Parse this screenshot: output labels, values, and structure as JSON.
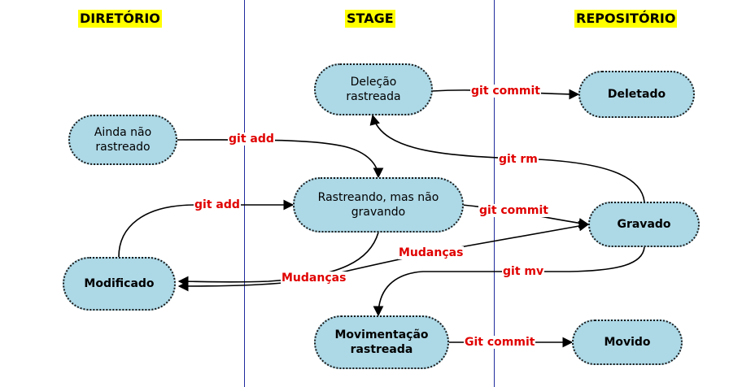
{
  "columns": {
    "diretorio": "DIRETÓRIO",
    "stage": "STAGE",
    "repositorio": "REPOSITÓRIO"
  },
  "nodes": {
    "untracked": "Ainda não rastreado",
    "deletion_tracked": "Deleção rastreada",
    "deleted": "Deletado",
    "tracked_not_saved": "Rastreando, mas não gravando",
    "saved": "Gravado",
    "modified": "Modificado",
    "move_tracked": "Movimentação rastreada",
    "moved": "Movido"
  },
  "edges": {
    "git_commit_delete": "git commit",
    "git_add_new": "git add",
    "git_rm": "git rm",
    "git_add_modified": "git add",
    "git_commit_save": "git commit",
    "mudancas_saved": "Mudanças",
    "mudancas_stage": "Mudanças",
    "git_mv": "git mv",
    "git_commit_move": "Git commit"
  },
  "colors": {
    "node_fill": "#add8e6",
    "edge_label": "#e00000",
    "column_title_bg": "#ffff00",
    "divider": "#1f2a9c"
  }
}
